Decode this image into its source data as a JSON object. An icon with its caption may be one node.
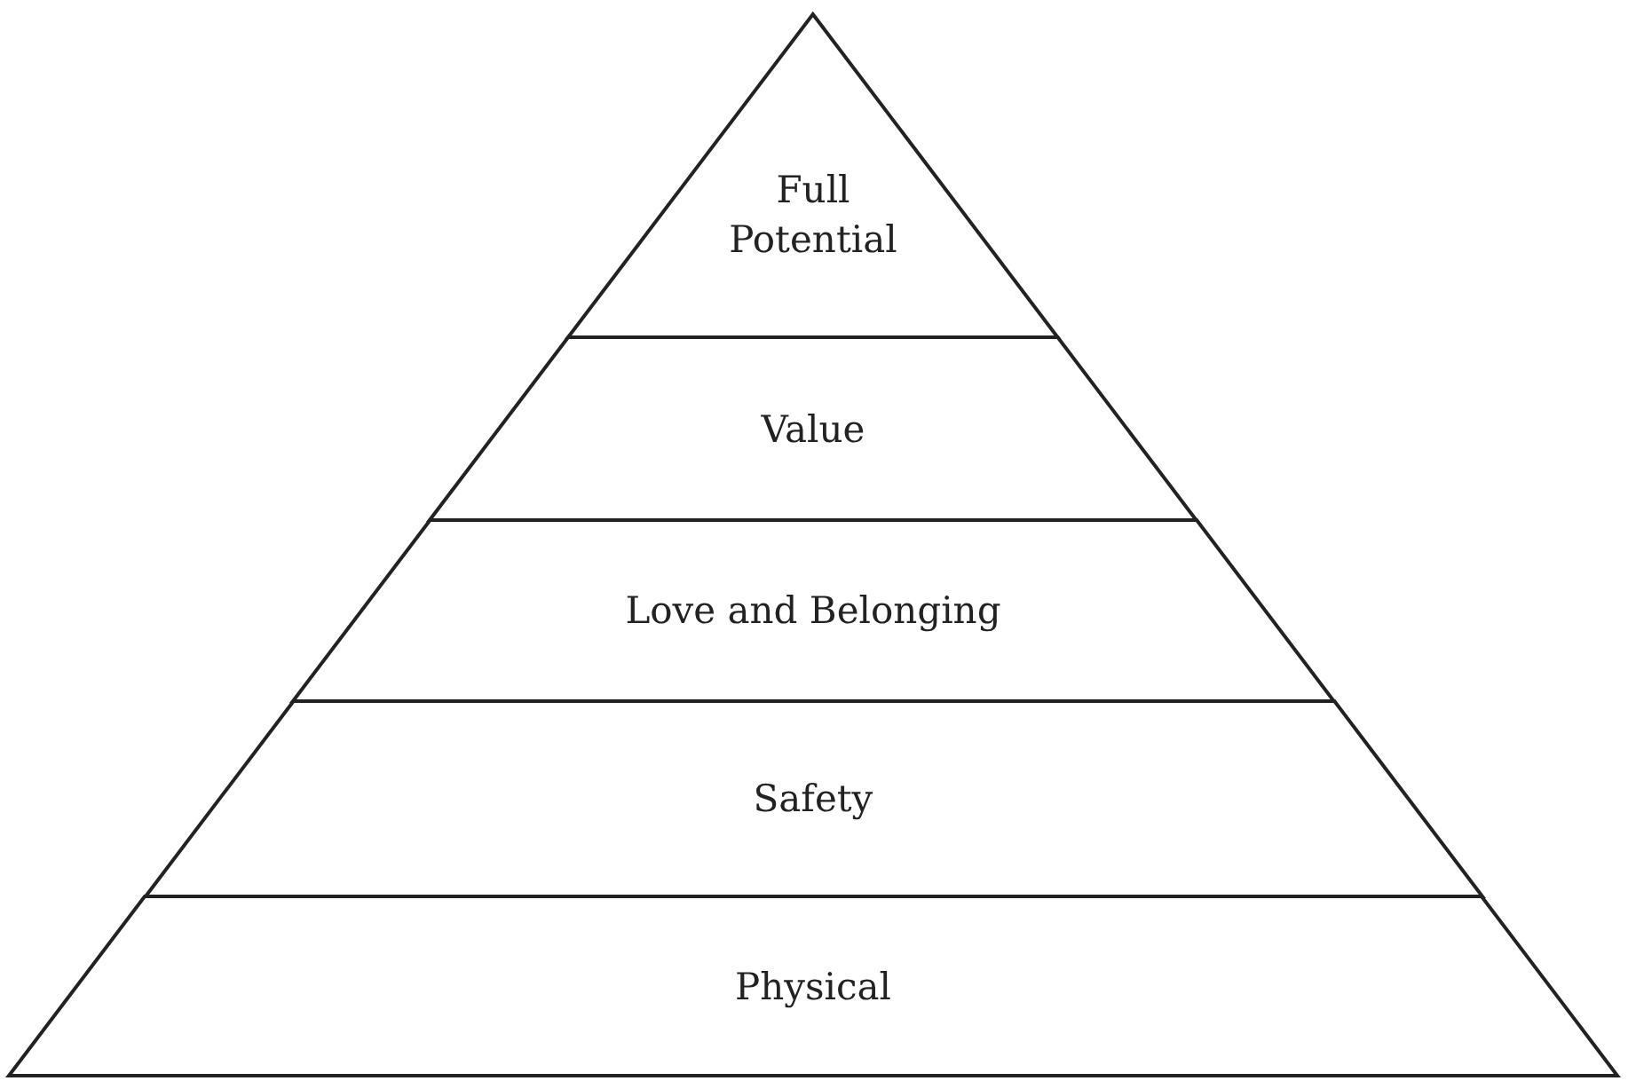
{
  "diagram": {
    "nodes": [
      {
        "text": [
          "Full Potential"
        ]
      },
      {
        "text": [
          "Value"
        ]
      },
      {
        "text": [
          "Love and Belonging"
        ]
      },
      {
        "text": [
          "Safety"
        ]
      },
      {
        "text": [
          "Physical"
        ]
      }
    ]
  }
}
